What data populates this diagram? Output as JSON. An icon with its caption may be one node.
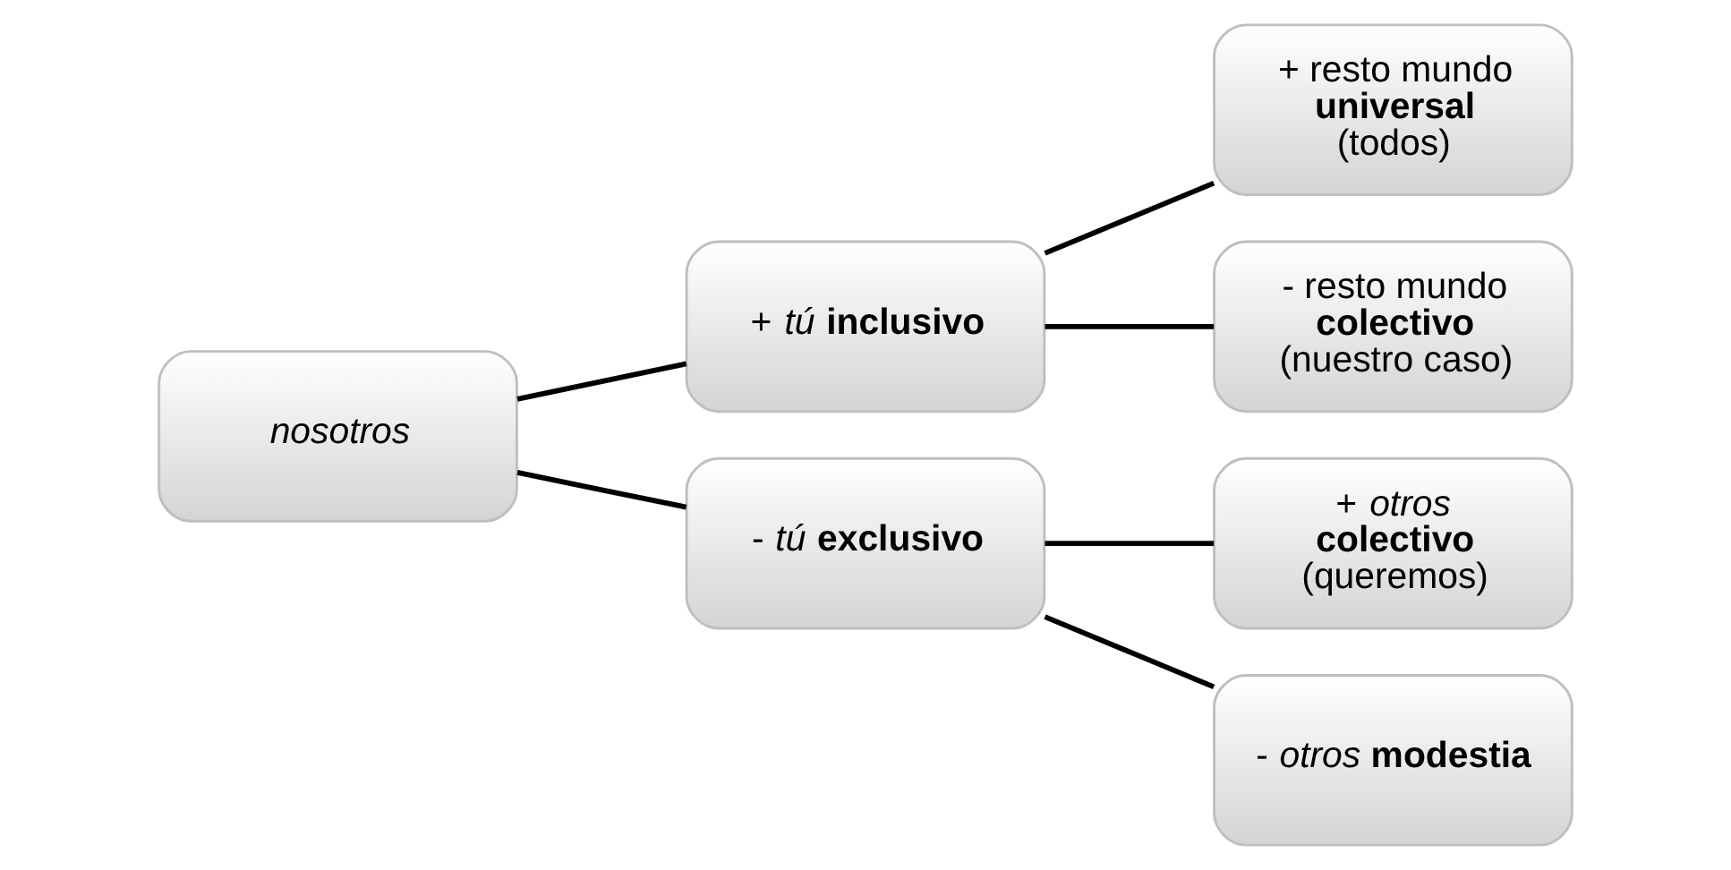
{
  "diagram": {
    "nodes": [
      {
        "text": [
          "nosotros"
        ]
      },
      {
        "text": [
          "+ *tú* **inclusivo**"
        ]
      },
      {
        "text": [
          "- *tú* **exclusivo**"
        ]
      },
      {
        "text": [
          "+ resto mundo **universal** (todos)"
        ]
      },
      {
        "text": [
          "- resto mundo **colectivo** (nuestro caso)"
        ]
      },
      {
        "text": [
          "+ *otros* **colectivo** (queremos)"
        ]
      },
      {
        "text": [
          "- *otros* **modestia**"
        ]
      }
    ],
    "edges": [
      {
        "from": 0,
        "to": 1,
        "arrow": "none"
      },
      {
        "from": 0,
        "to": 2,
        "arrow": "none"
      },
      {
        "from": 1,
        "to": 3,
        "arrow": "none"
      },
      {
        "from": 1,
        "to": 4,
        "arrow": "none"
      },
      {
        "from": 2,
        "to": 5,
        "arrow": "none"
      },
      {
        "from": 2,
        "to": 6,
        "arrow": "none"
      }
    ]
  }
}
